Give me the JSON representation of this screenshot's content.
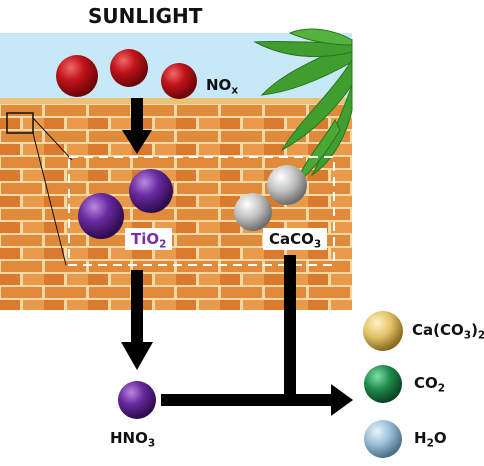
{
  "title": "SUNLIGHT",
  "labels": {
    "nox": {
      "base": "NO",
      "sub": "x"
    },
    "tio2": {
      "base": "TiO",
      "sub": "2"
    },
    "caco3": {
      "base": "CaCO",
      "sub": "3"
    },
    "hno3": {
      "base": "HNO",
      "sub": "3"
    }
  },
  "legend": [
    {
      "pre": "Ca(CO",
      "sub": "3",
      "post": ")",
      "sub2": "2",
      "color": "#e3c36a"
    },
    {
      "pre": "CO",
      "sub": "2",
      "post": "",
      "sub2": "",
      "color": "#1f8a4c"
    },
    {
      "pre": "H",
      "sub": "2",
      "post": "O",
      "sub2": "",
      "color": "#9bbfd6"
    }
  ],
  "colors": {
    "nox": "#c0141a",
    "tio2": "#6a2aa0",
    "caco3": "#bfbfbf",
    "brick": "#d9853a",
    "mortar": "#f6e0b0",
    "sky": "#bfe5f5",
    "leaf": "#3f9e2e",
    "tio2_text": "#7b2fa5"
  }
}
